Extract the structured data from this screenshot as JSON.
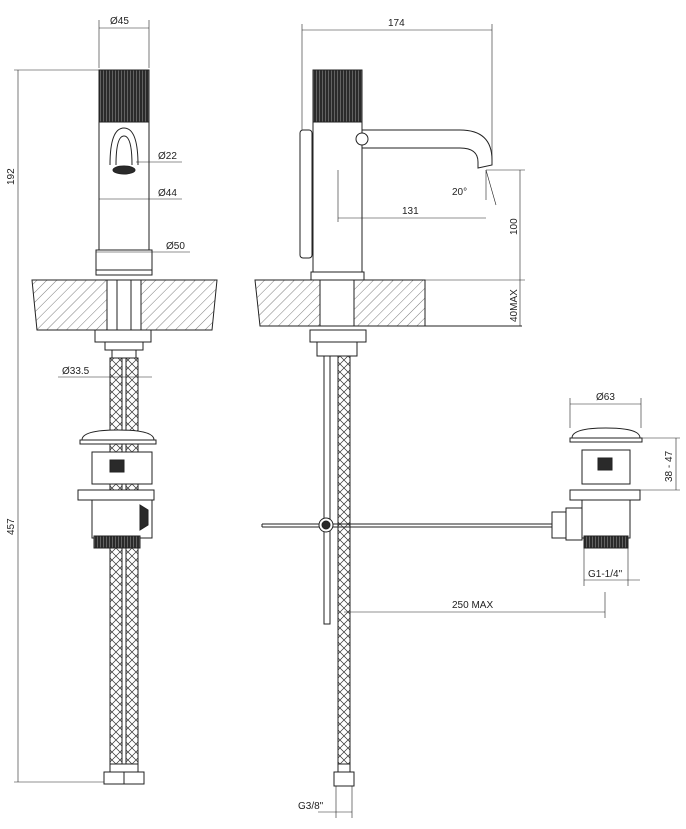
{
  "dimensions": {
    "top_diameter": "Ø45",
    "overall_width": "174",
    "lever_hole_diameter": "Ø22",
    "body_diameter": "Ø44",
    "base_diameter": "Ø50",
    "height": "192",
    "spout_angle": "20°",
    "spout_reach": "131",
    "spout_height": "100",
    "deck_thickness": "40MAX",
    "shank_diameter": "Ø33.5",
    "total_height": "457",
    "waste_diameter": "Ø63",
    "waste_range": "38 - 47",
    "waste_thread": "G1-1/4\"",
    "rod_length": "250 MAX",
    "hose_thread": "G3/8\""
  }
}
